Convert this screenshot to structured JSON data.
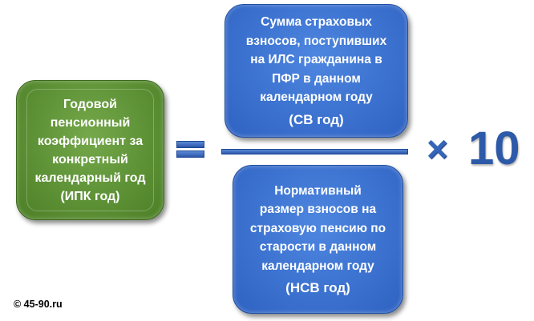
{
  "left_box": {
    "lines": [
      "Годовой",
      "пенсионный",
      "коэффициент за",
      "конкретный",
      "календарный год",
      "(ИПК год)"
    ]
  },
  "equals": "=",
  "numerator": {
    "lines": [
      "Сумма страховых",
      "взносов, поступивших",
      "на ИЛС гражданина в",
      "ПФР в данном",
      "календарном году"
    ],
    "abbr": "(СВ год)"
  },
  "denominator": {
    "lines": [
      "Нормативный",
      "размер взносов на",
      "страховую пенсию по",
      "старости в данном",
      "календарном году"
    ],
    "abbr": "(НСВ год)"
  },
  "multiplier": {
    "sign": "×",
    "value": "10"
  },
  "copyright": "© 45-90.ru",
  "colors": {
    "green": "#5a8f33",
    "blue": "#3b70d0",
    "text_blue": "#2d5aa8"
  }
}
